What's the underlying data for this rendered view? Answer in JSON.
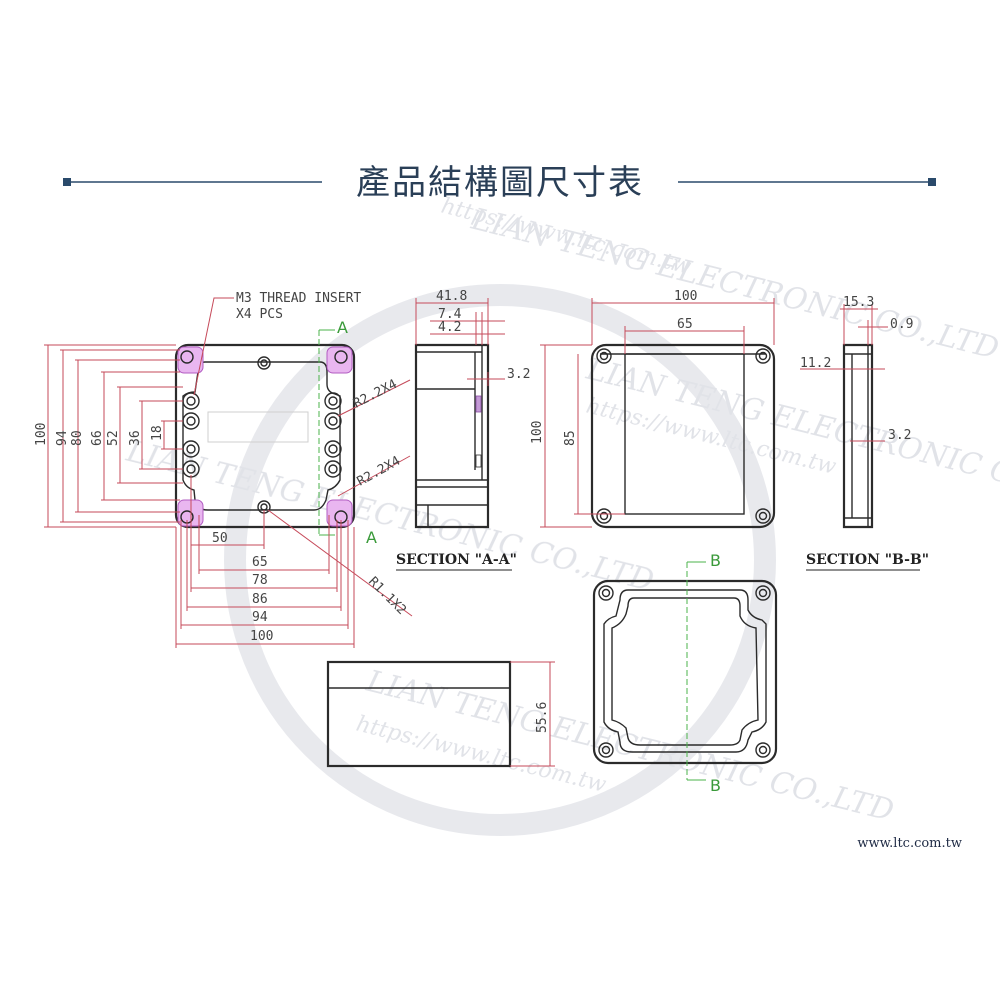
{
  "header": {
    "title": "產品結構圖尺寸表"
  },
  "footer": {
    "url": "www.ltc.com.tw"
  },
  "watermark": {
    "company": "LIAN TENG ELECTRONIC CO.,LTD",
    "site": "https://www.ltc.com.tw"
  },
  "notes": {
    "thread_line1": "M3 THREAD INSERT",
    "thread_line2": "X4 PCS",
    "radius_a": "R2.2X4",
    "radius_b": "R2.2X4",
    "radius_c": "R1.1X2"
  },
  "sections": {
    "aa": "SECTION \"A-A\"",
    "bb": "SECTION \"B-B\"",
    "label_a": "A",
    "label_b": "B"
  },
  "dims": {
    "top_view_vertical": [
      "100",
      "94",
      "80",
      "66",
      "52",
      "36",
      "18"
    ],
    "top_view_horizontal": [
      "50",
      "65",
      "78",
      "86",
      "94",
      "100"
    ],
    "section_aa": [
      "41.8",
      "7.4",
      "4.2",
      "3.2"
    ],
    "front_view": [
      "100",
      "65",
      "100",
      "85"
    ],
    "section_bb": [
      "15.3",
      "0.9",
      "11.2",
      "3.2"
    ],
    "side_view": [
      "55.6"
    ]
  },
  "colors": {
    "title": "#2a3f57",
    "dimension_line": "#c64a5a",
    "section_line": "#4bb34b",
    "insert_highlight": "#e9b6f0"
  }
}
